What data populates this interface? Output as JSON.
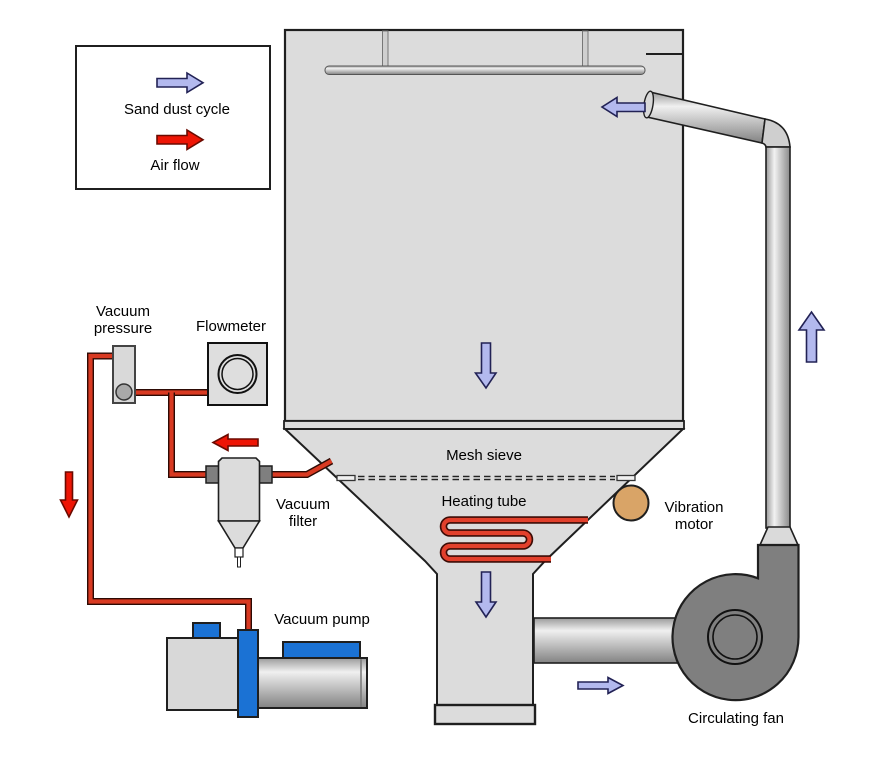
{
  "legend": {
    "sand_dust_cycle_label": "Sand dust cycle",
    "air_flow_label": "Air flow"
  },
  "component_labels": {
    "vacuum_pressure": "Vacuum\npressure",
    "flowmeter": "Flowmeter",
    "vacuum_filter": "Vacuum\nfilter",
    "vacuum_pump": "Vacuum pump",
    "mesh_sieve": "Mesh sieve",
    "heating_tube": "Heating tube",
    "vibration_motor": "Vibration\nmotor",
    "circulating_fan": "Circulating fan"
  },
  "colors": {
    "tank_fill": "#dcdcdc",
    "fan_body": "#7f7f7f",
    "pump_blue": "#1b72d4",
    "vibration_motor_fill": "#d9a467",
    "pipe_red": "#d93a22",
    "arrow_blue": "#b3b9ee",
    "arrow_red": "#ee1505",
    "outline": "#1f1f1f"
  }
}
